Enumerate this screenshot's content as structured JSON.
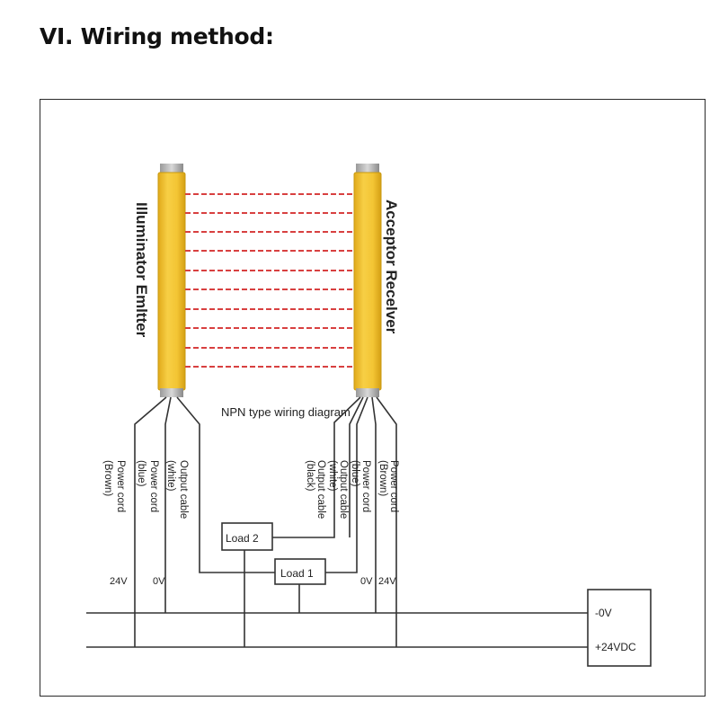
{
  "page": {
    "heading": "VI. Wiring method:"
  },
  "diagram": {
    "emitter_title": "Illuminator Emltter",
    "receiver_title": "Acceptor Recelver",
    "npn_caption": "NPN type wiring diagram",
    "emitter_wires": [
      {
        "line1": "Power cord",
        "line2": "(Brown)"
      },
      {
        "line1": "Power cord",
        "line2": "(blue)"
      },
      {
        "line1": "Output cable",
        "line2": "(white)"
      }
    ],
    "receiver_wires": [
      {
        "line1": "Output cable",
        "line2": "(black)"
      },
      {
        "line1": "Output cable",
        "line2": "(white)"
      },
      {
        "line1": "Power cord",
        "line2": "(blue)"
      },
      {
        "line1": "Power cord",
        "line2": "(Brown)"
      }
    ],
    "emitter_24v": "24V",
    "emitter_0v": "0V",
    "receiver_0v": "0V",
    "receiver_24v": "24V",
    "load1": "Load 1",
    "load2": "Load 2",
    "supply_0v": "-0V",
    "supply_24v": "+24VDC",
    "colors": {
      "bar": "#F2C230",
      "bar_edge": "#C99A10",
      "beam": "#D84040",
      "line": "#333333"
    }
  }
}
